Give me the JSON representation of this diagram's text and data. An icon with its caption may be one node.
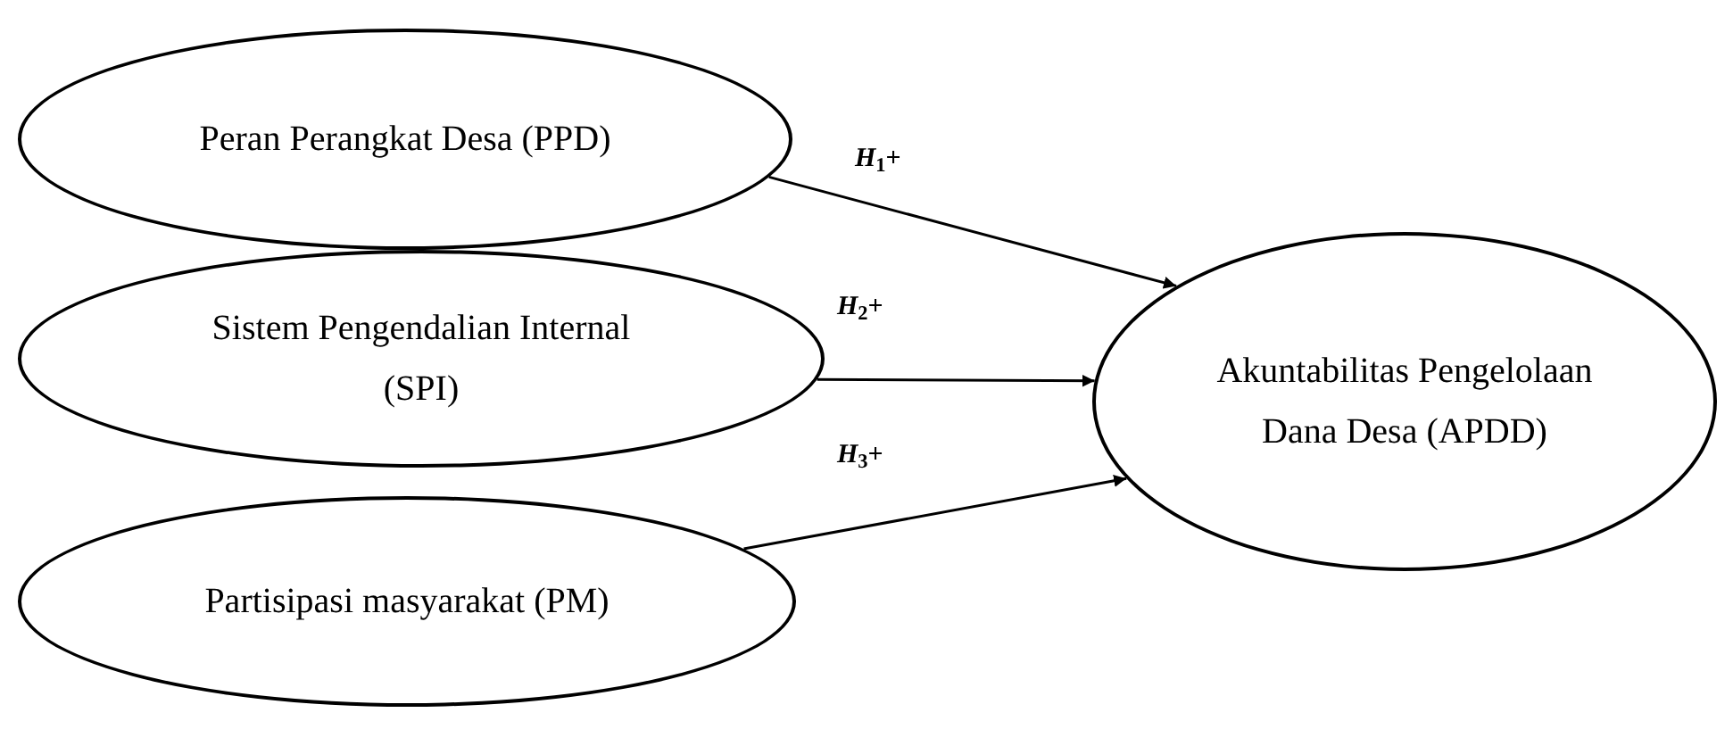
{
  "diagram": {
    "nodes": [
      {
        "text": [
          "Peran Perangkat Desa (PPD)"
        ]
      },
      {
        "text": [
          "Sistem Pengendalian Internal (SPI)"
        ]
      },
      {
        "text": [
          "Partisipasi masyarakat (PM)"
        ]
      },
      {
        "text": [
          "Akuntabilitas Pengelolaan Dana Desa (APDD)"
        ]
      }
    ],
    "edges": [
      {
        "from": 0,
        "to": 3,
        "arrow": "to",
        "label": "*H*$_{1}$+"
      },
      {
        "from": 1,
        "to": 3,
        "arrow": "to",
        "label": "*H*$_{2}$+"
      },
      {
        "from": 2,
        "to": 3,
        "arrow": "to",
        "label": "*H*$_{3}$+"
      }
    ]
  }
}
